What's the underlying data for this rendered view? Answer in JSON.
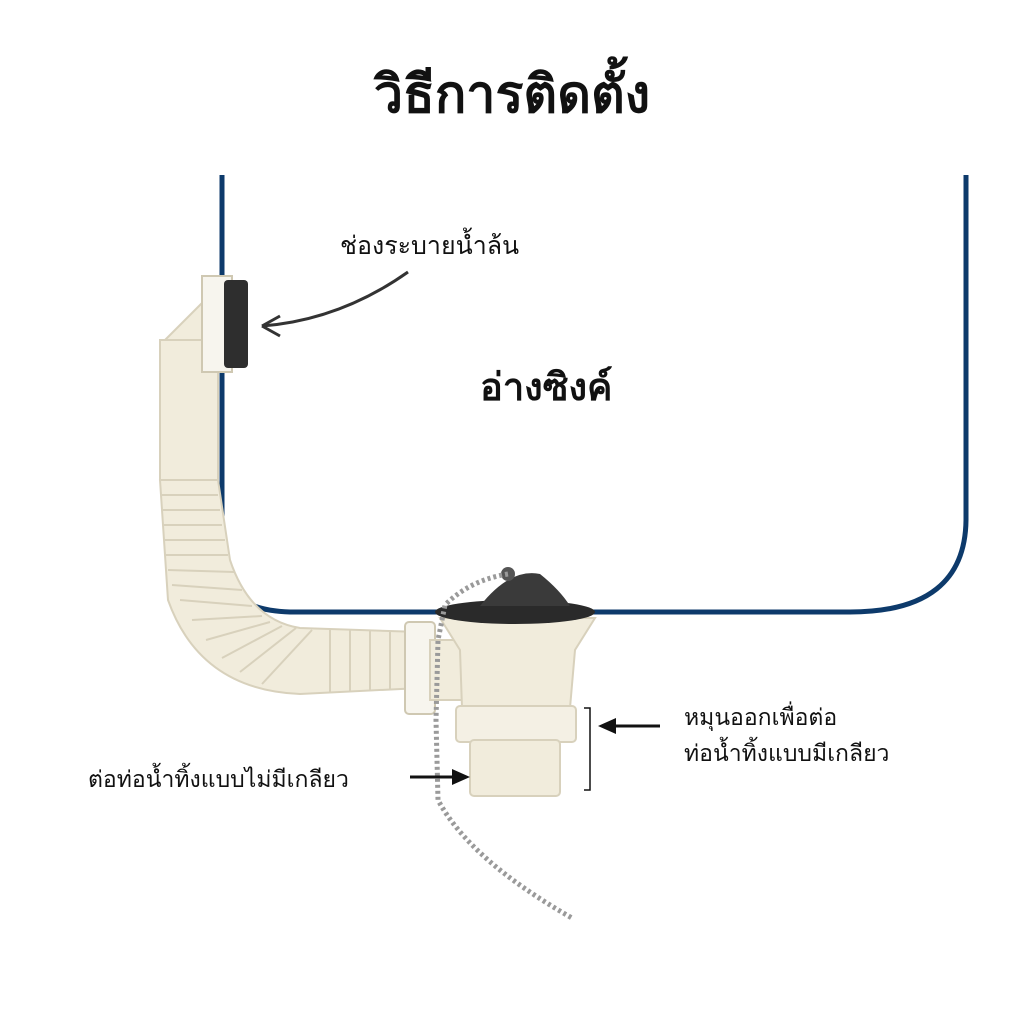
{
  "title": "วิธีการติดตั้ง",
  "sink_label": "อ่างซิงค์",
  "overflow_label": "ช่องระบายน้ำล้น",
  "left_note": "ต่อท่อน้ำทิ้งแบบไม่มีเกลียว",
  "right_note": {
    "line1": "หมุนออกเพื่อต่อ",
    "line2": "ท่อน้ำทิ้งแบบมีเกลียว"
  },
  "colors": {
    "sink_outline": "#0d3a6b",
    "pipe": "#f1ecdc",
    "pipe_shadow": "#d8d1bc",
    "stopper": "#2a2a2a",
    "chain": "#9a9a9a"
  }
}
